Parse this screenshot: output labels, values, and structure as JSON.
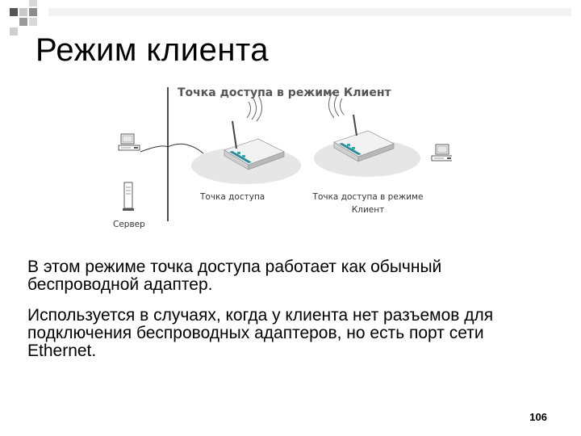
{
  "slide": {
    "title": "Режим клиента",
    "page_number": "106"
  },
  "diagram": {
    "title": "Точка доступа в режиме Клиент",
    "access_point_label": "Точка доступа",
    "client_ap_label_line1": "Точка доступа в режиме",
    "client_ap_label_line2": "Клиент",
    "server_label": "Сервер"
  },
  "bullets": [
    "В этом режиме точка доступа работает как обычный беспроводной адаптер.",
    "Используется в случаях, когда у клиента нет разъемов для подключения беспроводных адаптеров, но есть порт сети Ethernet."
  ],
  "colors": {
    "square_dark": "#4a4a4a",
    "square_mid": "#8c8c8c",
    "square_light": "#c8c8c8",
    "text": "#000000"
  }
}
